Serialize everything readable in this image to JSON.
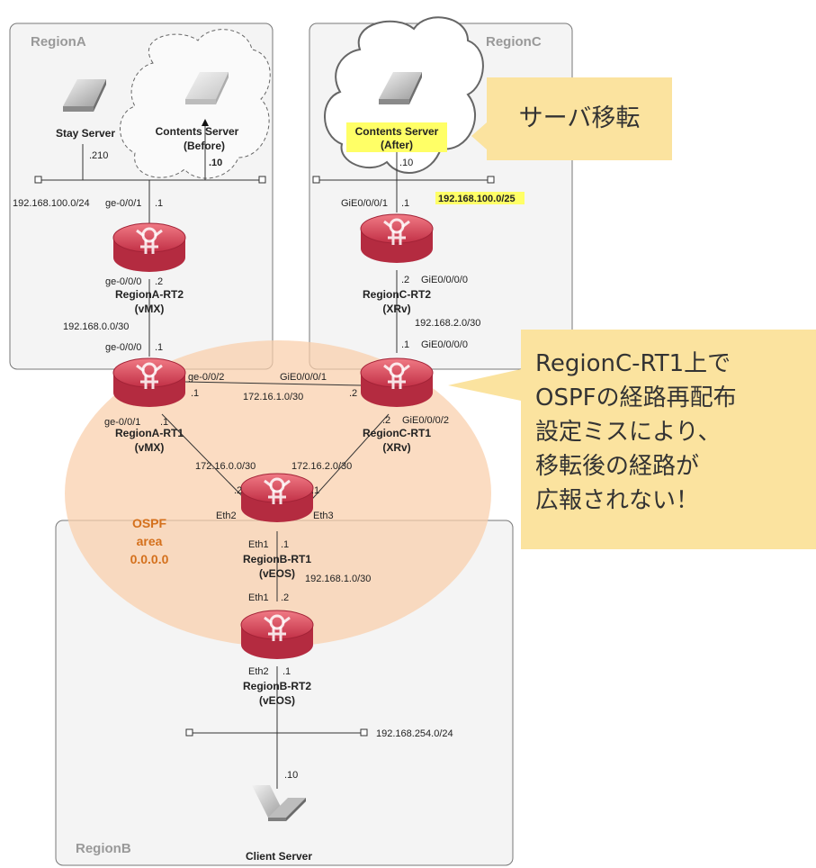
{
  "regions": {
    "a": "RegionA",
    "b": "RegionB",
    "c": "RegionC"
  },
  "ospf": {
    "line1": "OSPF",
    "line2": "area",
    "line3": "0.0.0.0"
  },
  "servers": {
    "stay": {
      "name": "Stay Server",
      "ip": ".210"
    },
    "contents_before": {
      "name": "Contents Server",
      "sub": "(Before)",
      "ip": ".10"
    },
    "contents_after": {
      "name": "Contents Server",
      "sub": "(After)",
      "ip": ".10"
    },
    "client": {
      "name": "Client Server",
      "ip": ".10"
    }
  },
  "routers": {
    "rega_rt2": {
      "name": "RegionA-RT2",
      "type": "(vMX)"
    },
    "rega_rt1": {
      "name": "RegionA-RT1",
      "type": "(vMX)"
    },
    "regc_rt2": {
      "name": "RegionC-RT2",
      "type": "(XRv)"
    },
    "regc_rt1": {
      "name": "RegionC-RT1",
      "type": "(XRv)"
    },
    "regb_rt1": {
      "name": "RegionB-RT1",
      "type": "(vEOS)"
    },
    "regb_rt2": {
      "name": "RegionB-RT2",
      "type": "(vEOS)"
    }
  },
  "labels": {
    "net_a": "192.168.100.0/24",
    "rega_rt2_up_if": "ge-0/0/1",
    "rega_rt2_up_ip": ".1",
    "rega_rt2_down_if": "ge-0/0/0",
    "rega_rt2_down_ip": ".2",
    "net_a_link": "192.168.0.0/30",
    "rega_rt1_up_if": "ge-0/0/0",
    "rega_rt1_up_ip": ".1",
    "rega_rt1_right_if": "ge-0/0/2",
    "rega_rt1_right_ip": ".1",
    "rega_rt1_down_if": "ge-0/0/1",
    "rega_rt1_down_ip": ".1",
    "net_ac": "172.16.1.0/30",
    "regc_rt1_left_if": "GiE0/0/0/1",
    "regc_rt1_left_ip": ".2",
    "regc_rt1_down_if": "GiE0/0/0/2",
    "regc_rt1_down_ip": ".2",
    "regc_rt1_up_if": "GiE0/0/0/0",
    "regc_rt1_up_ip": ".1",
    "net_c_link": "192.168.2.0/30",
    "regc_rt2_down_if": "GiE0/0/0/0",
    "regc_rt2_down_ip": ".2",
    "regc_rt2_up_if": "GiE0/0/0/1",
    "regc_rt2_up_ip": ".1",
    "net_c": "192.168.100.0/25",
    "net_ab": "172.16.0.0/30",
    "net_cb": "172.16.2.0/30",
    "regb_rt1_left_if": "Eth2",
    "regb_rt1_left_ip": ".2",
    "regb_rt1_right_if": "Eth3",
    "regb_rt1_right_ip": ".1",
    "regb_rt1_down_if": "Eth1",
    "regb_rt1_down_ip": ".1",
    "net_b_link": "192.168.1.0/30",
    "regb_rt2_up_if": "Eth1",
    "regb_rt2_up_ip": ".2",
    "regb_rt2_down_if": "Eth2",
    "regb_rt2_down_ip": ".1",
    "net_b": "192.168.254.0/24"
  },
  "callouts": {
    "move": "サーバ移転",
    "issue": "RegionC-RT1上で\nOSPFの経路再配布\n設定ミスにより、\n移転後の経路が\n広報されない！"
  },
  "colors": {
    "router": "#d94c5e",
    "ospf_area": "#f9cfaa",
    "ospf_text": "#d4701c",
    "highlight": "#ffff66",
    "callout": "#fbe39f"
  }
}
